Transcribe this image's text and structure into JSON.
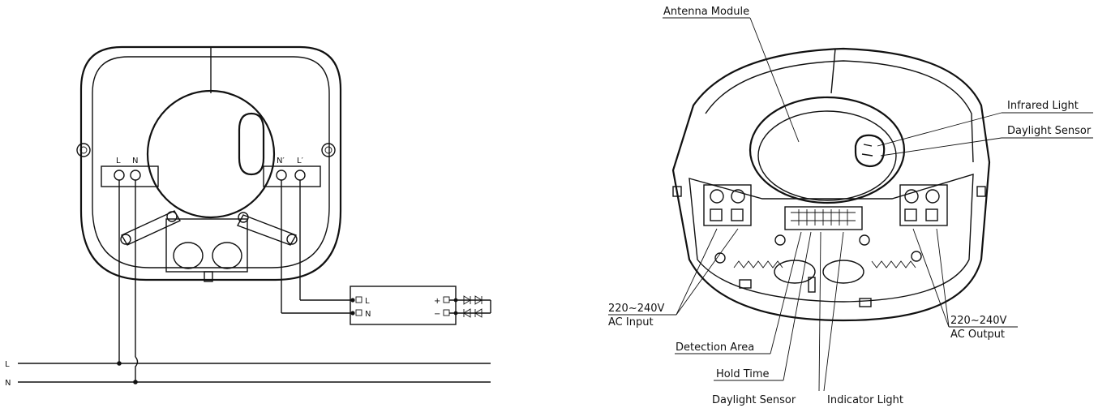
{
  "wiring": {
    "bus_labels": [
      "L",
      "N"
    ],
    "device_terminals": [
      "L",
      "N",
      "N′",
      "L′"
    ],
    "driver_terminals": [
      "L",
      "N"
    ],
    "driver_polarity": [
      "+",
      "−"
    ]
  },
  "callouts": {
    "antenna_module": "Antenna Module",
    "infrared_light": "Infrared Light",
    "daylight_sensor_top": "Daylight Sensor",
    "ac_input_voltage": "220~240V",
    "ac_input": "AC Input",
    "ac_output_voltage": "220~240V",
    "ac_output": "AC Output",
    "detection_area": "Detection Area",
    "hold_time": "Hold Time",
    "daylight_sensor_bottom": "Daylight Sensor",
    "indicator_light": "Indicator Light"
  }
}
